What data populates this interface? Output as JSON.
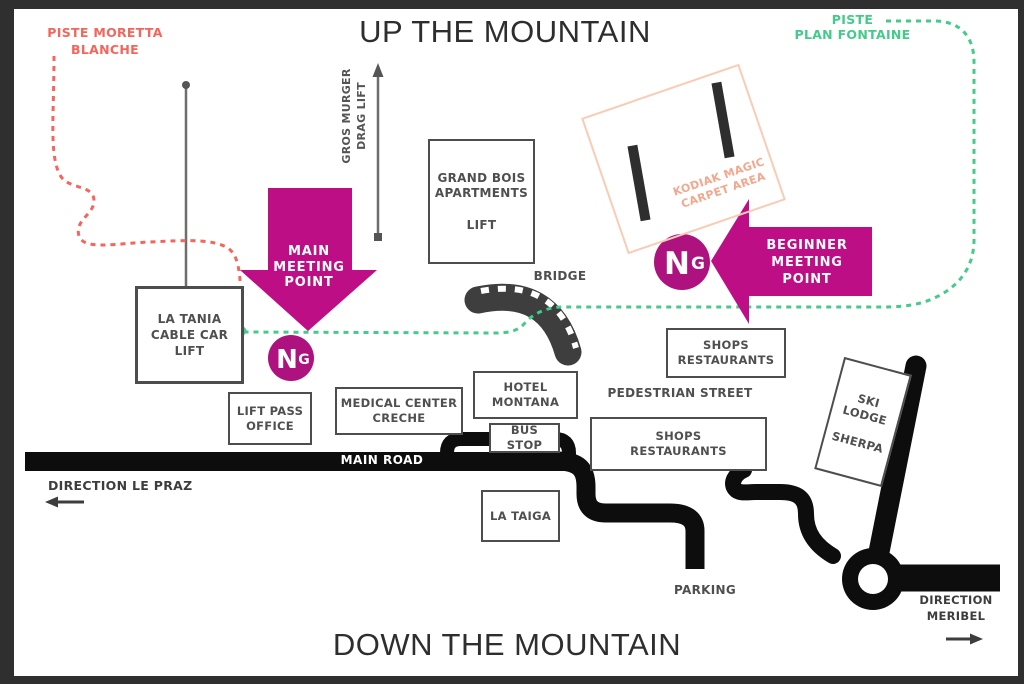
{
  "titles": {
    "up": "UP THE MOUNTAIN",
    "down": "DOWN THE MOUNTAIN"
  },
  "pistes": {
    "moretta_blanche": "PISTE MORETTA\nBLANCHE",
    "plan_fontaine": "PISTE\nPLAN FONTAINE"
  },
  "meeting_points": {
    "main": "MAIN\nMEETING\nPOINT",
    "beginner": "BEGINNER\nMEETING\nPOINT"
  },
  "logo": {
    "n": "N",
    "g": "G"
  },
  "lifts": {
    "drag": "GROS MURGER\nDRAG LIFT",
    "cable_car": "LA TANIA\nCABLE CAR\nLIFT",
    "grand_bois": "GRAND BOIS\nAPARTMENTS",
    "grand_bois_lift": "LIFT"
  },
  "areas": {
    "kodiak": "KODIAK MAGIC\nCARPET AREA"
  },
  "buildings": {
    "lift_pass_office": "LIFT PASS\nOFFICE",
    "medical_center": "MEDICAL CENTER\nCRECHE",
    "hotel_montana": "HOTEL\nMONTANA",
    "bus_stop": "BUS STOP",
    "la_taiga": "LA TAIGA",
    "shops_upper": "SHOPS\nRESTAURANTS",
    "shops_lower": "SHOPS\nRESTAURANTS",
    "ski_lodge": "SKI\nLODGE",
    "sherpa": "SHERPA"
  },
  "roads": {
    "main_road": "MAIN ROAD",
    "pedestrian_street": "PEDESTRIAN STREET",
    "bridge": "BRIDGE",
    "parking": "PARKING",
    "direction_le_praz": "DIRECTION LE PRAZ",
    "direction_meribel": "DIRECTION\nMERIBEL"
  },
  "colors": {
    "magenta": "#bd0e85",
    "logo_magenta": "#ad127f",
    "piste_red": "#f4655c",
    "piste_green": "#44ca8a",
    "kodiak_border": "#f8ccb5",
    "kodiak_text": "#f3a78c",
    "road_black": "#0d0d0d",
    "box_border": "#4d4d4d",
    "label_gray": "#4f4f4f"
  }
}
